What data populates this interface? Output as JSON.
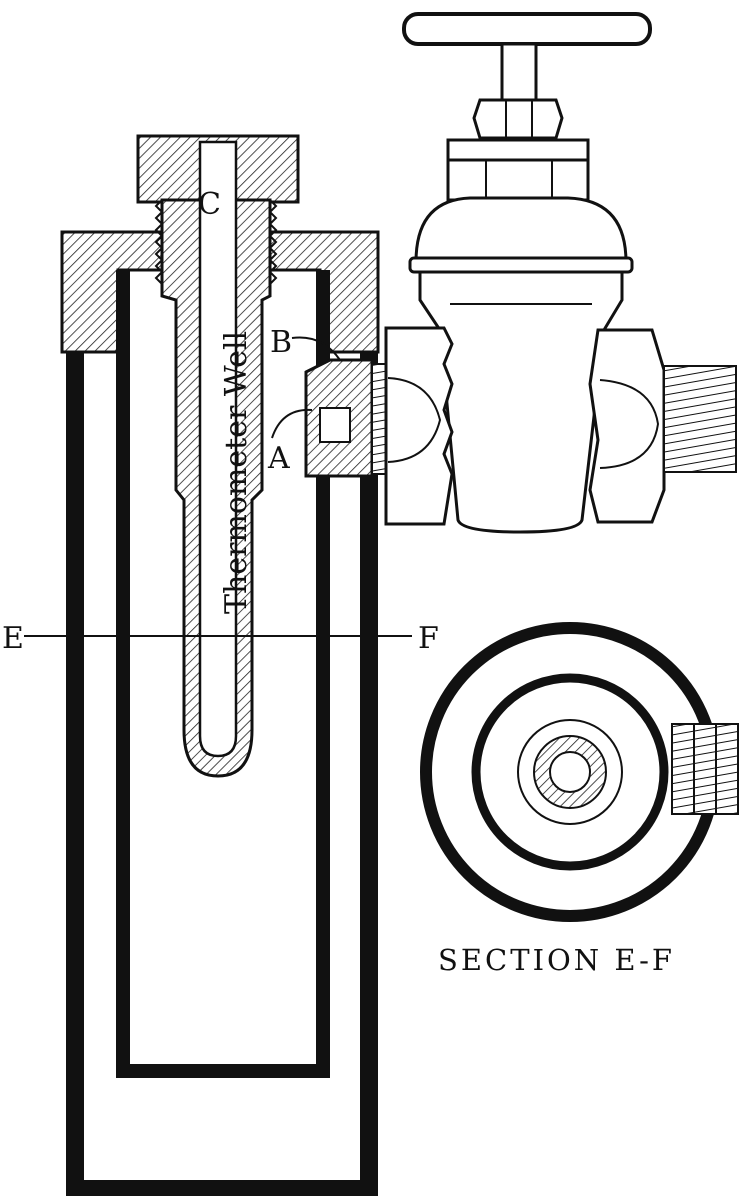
{
  "labels": {
    "c": "C",
    "thermometer_well": "Thermometer Well",
    "b": "B",
    "a": "A",
    "e": "E",
    "f": "F",
    "section_caption": "SECTION E-F"
  },
  "colors": {
    "ink": "#111111",
    "paper": "#ffffff"
  }
}
